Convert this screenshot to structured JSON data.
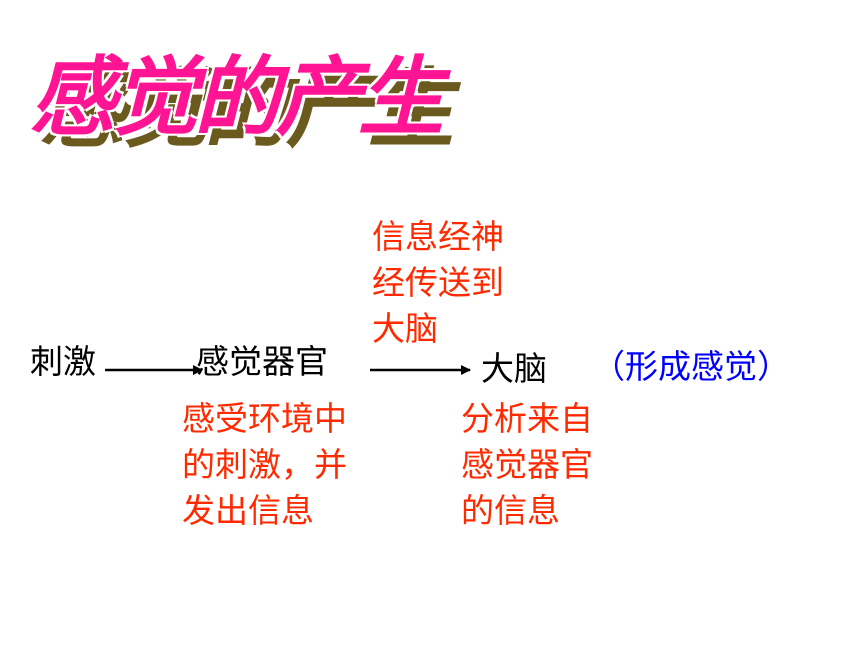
{
  "title": "感觉的产生",
  "flow": {
    "stimulus": "刺激",
    "organ": "感觉器官",
    "brain": "大脑",
    "result": "（形成感觉）"
  },
  "notes": {
    "organ_desc": [
      "感受环境中",
      "的刺激，并",
      "发出信息"
    ],
    "nerve_desc": [
      "信息经神",
      "经传送到",
      "大脑"
    ],
    "brain_desc": [
      "分析来自",
      "感觉器官",
      "的信息"
    ]
  },
  "colors": {
    "title": "#ff1493",
    "title_shadow": "#6b5a1e",
    "note_red": "#ff2a00",
    "result_blue": "#0000ff"
  }
}
